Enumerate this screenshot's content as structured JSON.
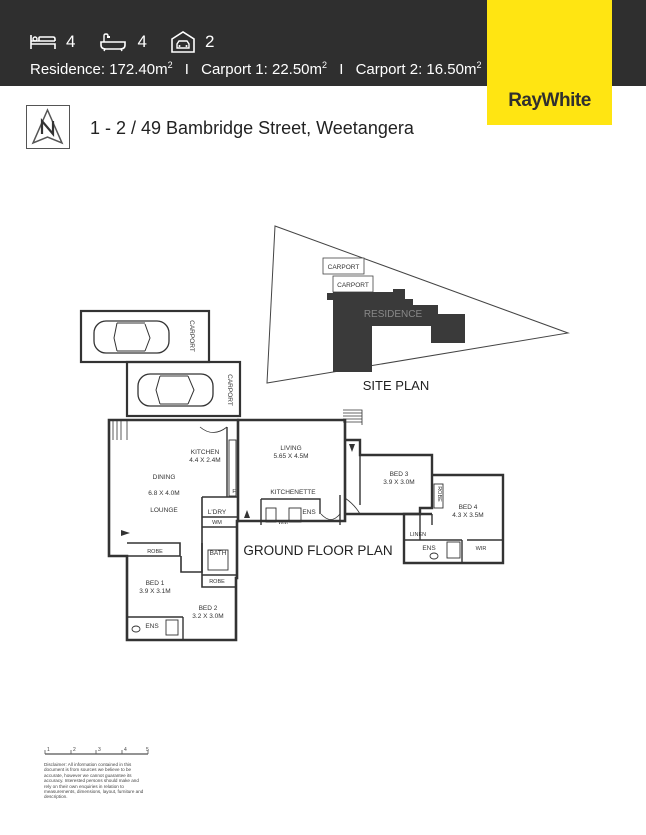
{
  "header": {
    "bedrooms": "4",
    "bathrooms": "4",
    "garages": "2",
    "residence_label": "Residence: 172.40m",
    "carport1_label": "Carport 1: 22.50m",
    "carport2_label": "Carport 2: 16.50m",
    "sup": "2",
    "separator": "I"
  },
  "brand": {
    "logo_text": "RayWhite",
    "color": "#ffe512"
  },
  "address": "1 - 2 / 49 Bambridge Street, Weetangera",
  "site_plan": {
    "title": "SITE PLAN",
    "carport_a": "CARPORT",
    "carport_b": "CARPORT",
    "residence": "RESIDENCE"
  },
  "floor_plan": {
    "title": "GROUND FLOOR PLAN",
    "carport_1": "CARPORT",
    "carport_2": "CARPORT",
    "kitchen": "KITCHEN",
    "kitchen_size": "4.4 X 2.4M",
    "dining": "DINING",
    "dining_size": "6.8 X 4.0M",
    "lounge": "LOUNGE",
    "living": "LIVING",
    "living_size": "5.65 X 4.5M",
    "kitchenette": "KITCHENETTE",
    "ens": "ENS",
    "wm": "WM",
    "ldry": "L'DRY",
    "bath": "BATH",
    "robe": "ROBE",
    "f": "F",
    "bed1": "BED 1",
    "bed1_size": "3.9 X 3.1M",
    "bed2": "BED 2",
    "bed2_size": "3.2 X 3.0M",
    "bed3": "BED 3",
    "bed3_size": "3.9 X 3.0M",
    "bed4": "BED 4",
    "bed4_size": "4.3 X 3.5M",
    "linen": "LINEN",
    "wir": "WIR"
  },
  "scale": {
    "ticks": [
      "1",
      "2",
      "3",
      "4",
      "5"
    ]
  },
  "disclaimer": "Disclaimer: All information contained in this document is from sources we believe to be accurate, however we cannot guarantee its accuracy. Interested persons should make and rely on their own enquiries in relation to measurements, dimensions, layout, furniture and description.",
  "icons": [
    "bed-icon",
    "bath-icon",
    "garage-icon",
    "north-arrow-icon",
    "car-icon"
  ]
}
